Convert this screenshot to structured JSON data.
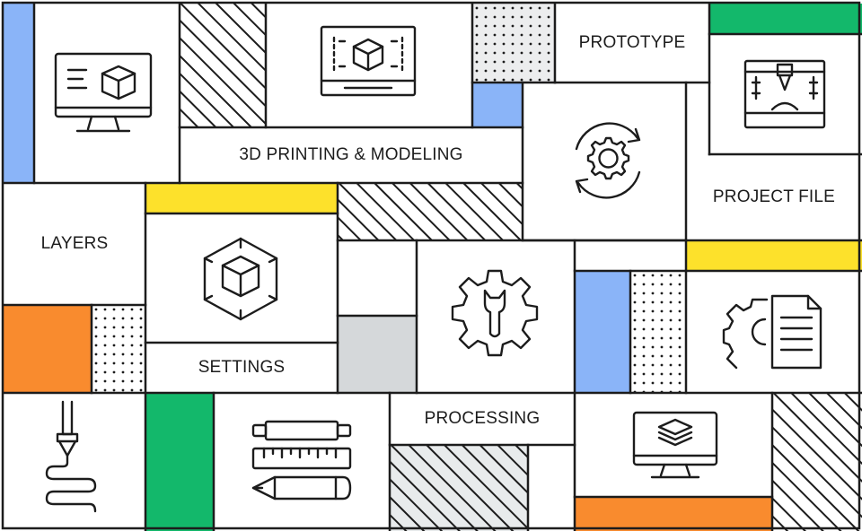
{
  "labels": {
    "prototype": "PROTOTYPE",
    "printing_modeling": "3D PRINTING & MODELING",
    "project_file": "PROJECT FILE",
    "layers": "LAYERS",
    "settings": "SETTINGS",
    "processing": "PROCESSING"
  },
  "colors": {
    "blue": "#8ab4f8",
    "yellow": "#fde12b",
    "green": "#13b86b",
    "orange": "#f98b2e",
    "gray": "#d5d8da",
    "line": "#1c1c1c"
  },
  "icons": [
    "monitor-cube-icon",
    "blueprint-cube-icon",
    "3d-printer-icon",
    "gear-refresh-icon",
    "cube-frame-icon",
    "gear-wrench-icon",
    "gear-document-icon",
    "printer-nozzle-filament-icon",
    "drafting-tools-icon",
    "monitor-layers-icon"
  ]
}
